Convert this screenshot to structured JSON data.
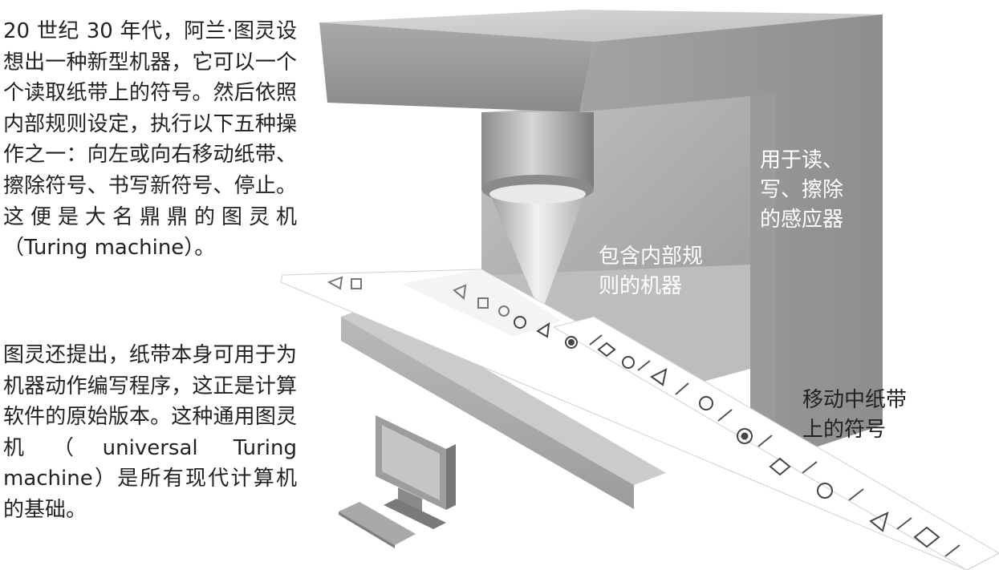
{
  "paragraphs": {
    "p1": "20 世纪 30 年代，阿兰·图灵设想出一种新型机器，它可以一个个读取纸带上的符号。然后依照内部规则设定，执行以下五种操作之一：向左或向右移动纸带、擦除符号、书写新符号、停止。这便是大名鼎鼎的图灵机（Turing machine）。",
    "p2": "图灵还提出，纸带本身可用于为机器动作编写程序，这正是计算软件的原始版本。这种通用图灵机（universal Turing machine）是所有现代计算机的基础。"
  },
  "labels": {
    "sensor": "用于读、\n写、擦除\n的感应器",
    "machine": "包含内部规\n则的机器",
    "tape": "移动中纸带\n上的符号"
  },
  "colors": {
    "box_light": "#cfcfcf",
    "box_dark": "#8f8f8f",
    "tape": "#ffffff",
    "text": "#222222"
  },
  "tape_symbols": [
    "circle",
    "triangle",
    "target",
    "diamond",
    "circle",
    "triangle",
    "circle",
    "target",
    "diamond",
    "circle",
    "triangle",
    "diamond"
  ]
}
